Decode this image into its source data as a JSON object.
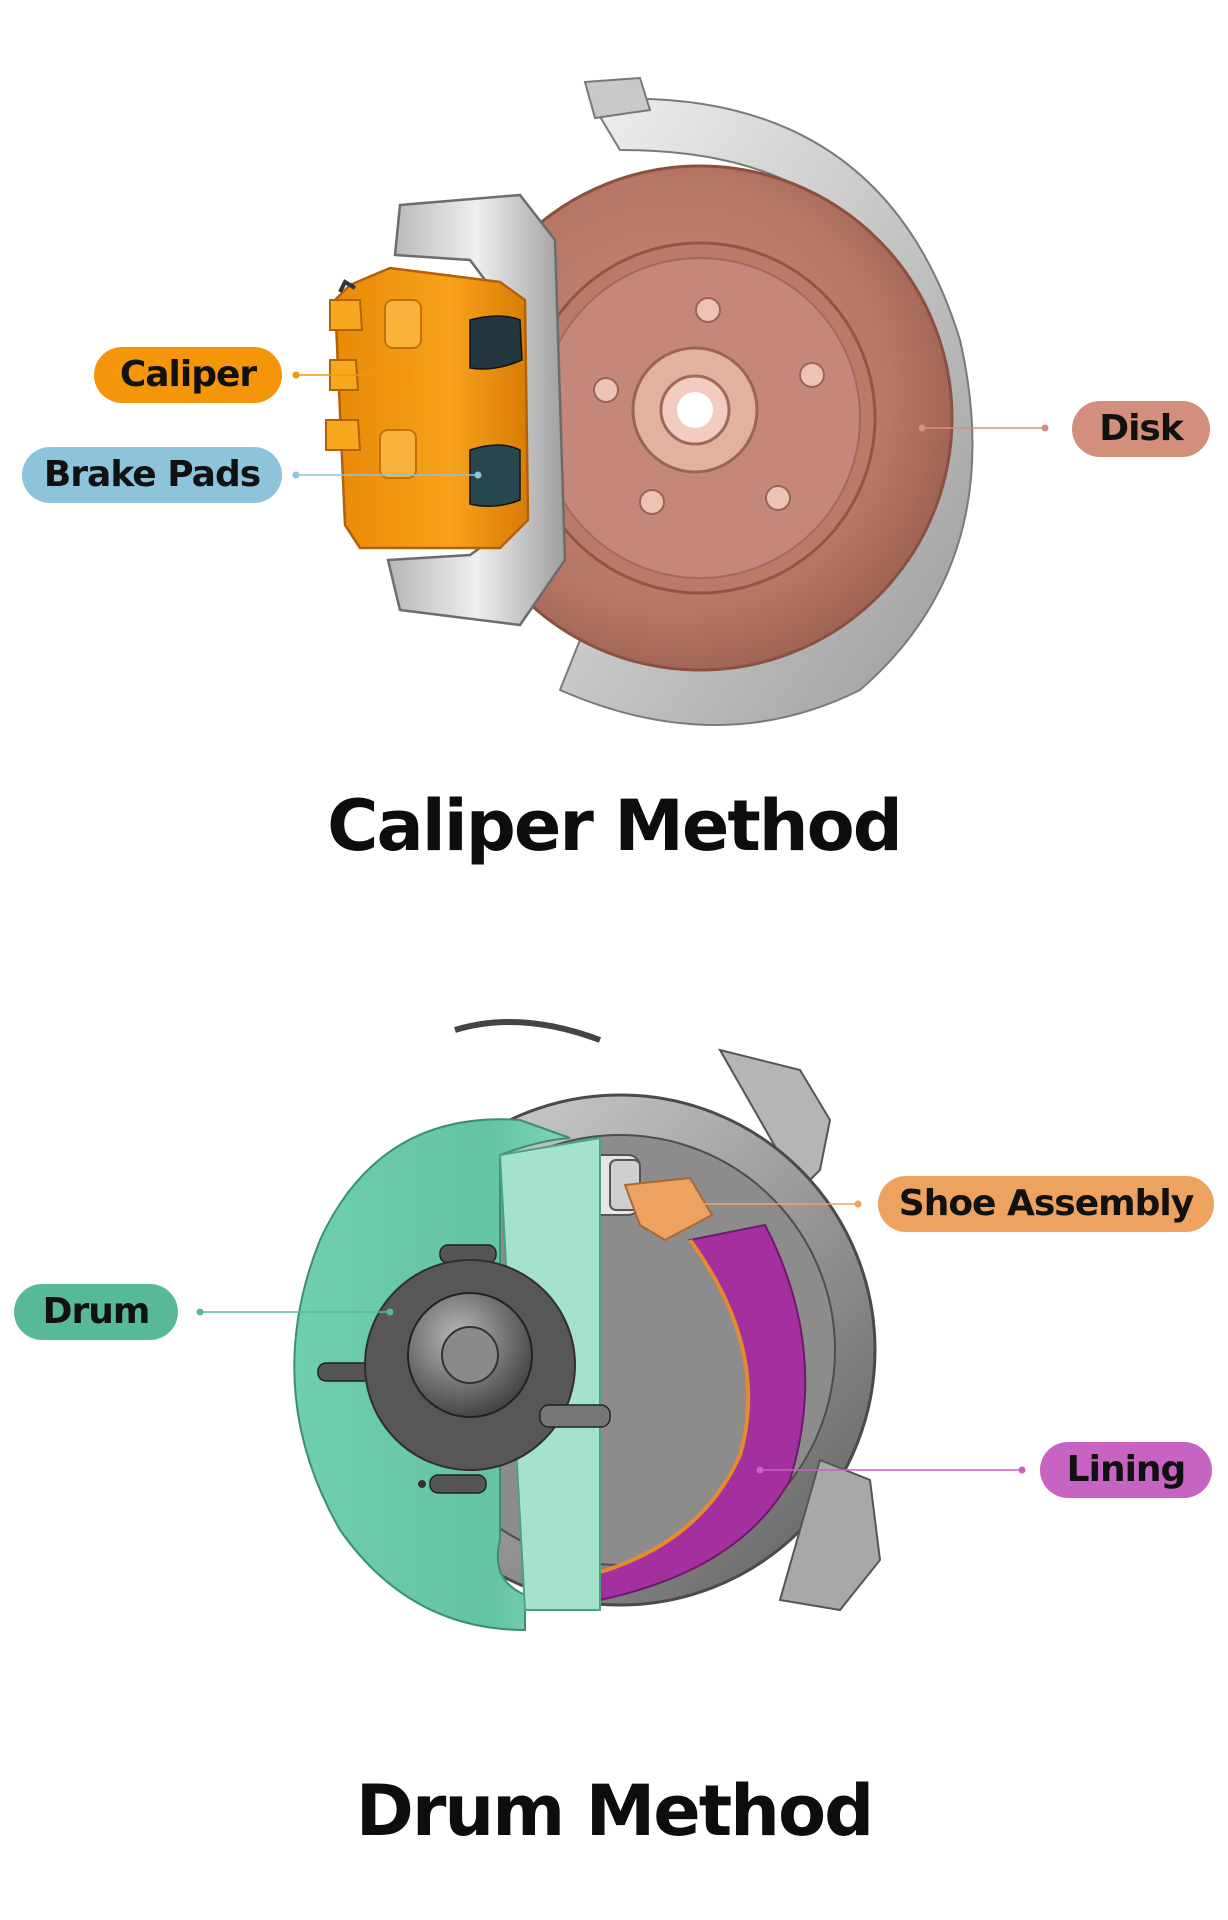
{
  "caliper_figure": {
    "title": "Caliper Method",
    "labels": {
      "caliper": "Caliper",
      "brake_pads": "Brake Pads",
      "disk": "Disk"
    }
  },
  "drum_figure": {
    "title": "Drum Method",
    "labels": {
      "drum": "Drum",
      "shoe_assembly": "Shoe Assembly",
      "lining": "Lining"
    }
  },
  "colors": {
    "caliper": "#f4950a",
    "brake_pads": "#8ec3dc",
    "disk": "#d38f7c",
    "drum": "#58b99a",
    "shoe_assembly": "#eda35f",
    "lining": "#c763c2",
    "title": "#0d0d0d"
  }
}
